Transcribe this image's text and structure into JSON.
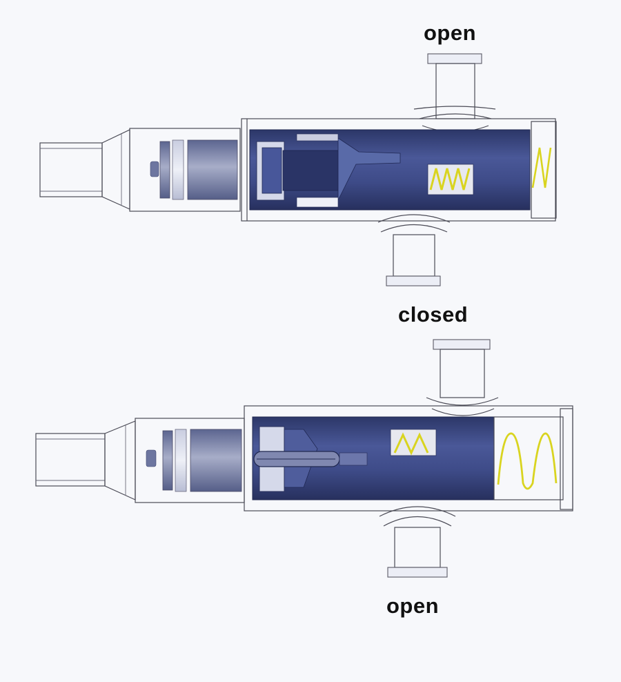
{
  "labels": {
    "top_open": "open",
    "closed": "closed",
    "bottom_open": "open"
  },
  "colors": {
    "background": "#f7f8fb",
    "body_blue": "#3d4a85",
    "body_blue_dark": "#2c3768",
    "piston_gray": "#7d85a8",
    "spring": "#e8e23a",
    "outline": "#4a4a55"
  }
}
